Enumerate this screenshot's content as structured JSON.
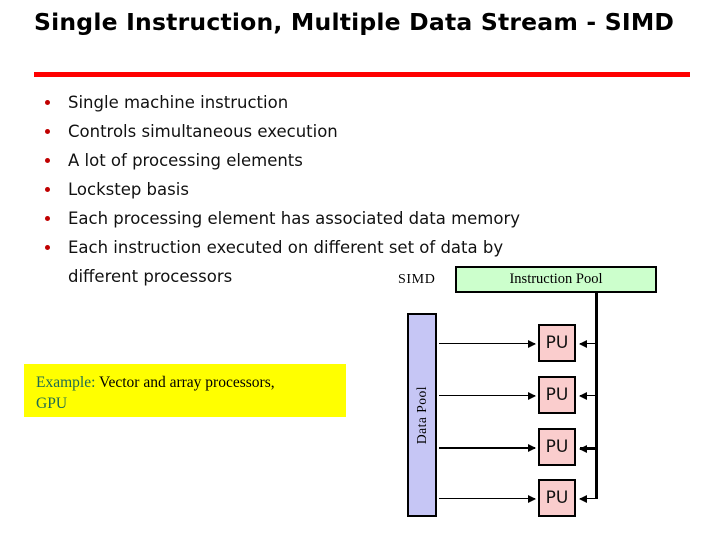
{
  "slide": {
    "title": "Single Instruction, Multiple Data Stream - SIMD",
    "rule_color": "#FF0000",
    "bullets": [
      {
        "text": "Single machine instruction",
        "cont": ""
      },
      {
        "text": "Controls simultaneous execution",
        "cont": ""
      },
      {
        "text": "A lot of processing elements",
        "cont": ""
      },
      {
        "text": "Lockstep basis",
        "cont": ""
      },
      {
        "text": "Each processing element has associated data memory",
        "cont": ""
      },
      {
        "text": "Each instruction executed on different set of data by",
        "cont": "different processors"
      }
    ],
    "bullet_color": "#C00000"
  },
  "example": {
    "label": "Example:",
    "body": " Vector and array processors,",
    "second_line": "GPU",
    "background": "#FFFF00",
    "label_color": "#1F6B52",
    "body_color": "#000000"
  },
  "diagram": {
    "model_label": "SIMD",
    "instruction_pool": {
      "label": "Instruction Pool",
      "fill": "#CCFFCC",
      "stroke": "#000000"
    },
    "data_pool": {
      "label": "Data Pool",
      "fill": "#C6C6F5",
      "stroke": "#000000"
    },
    "processing_units": [
      {
        "label": "PU"
      },
      {
        "label": "PU"
      },
      {
        "label": "PU"
      },
      {
        "label": "PU"
      }
    ],
    "pu_fill": "#FACDCD",
    "pu_stroke": "#000000"
  }
}
